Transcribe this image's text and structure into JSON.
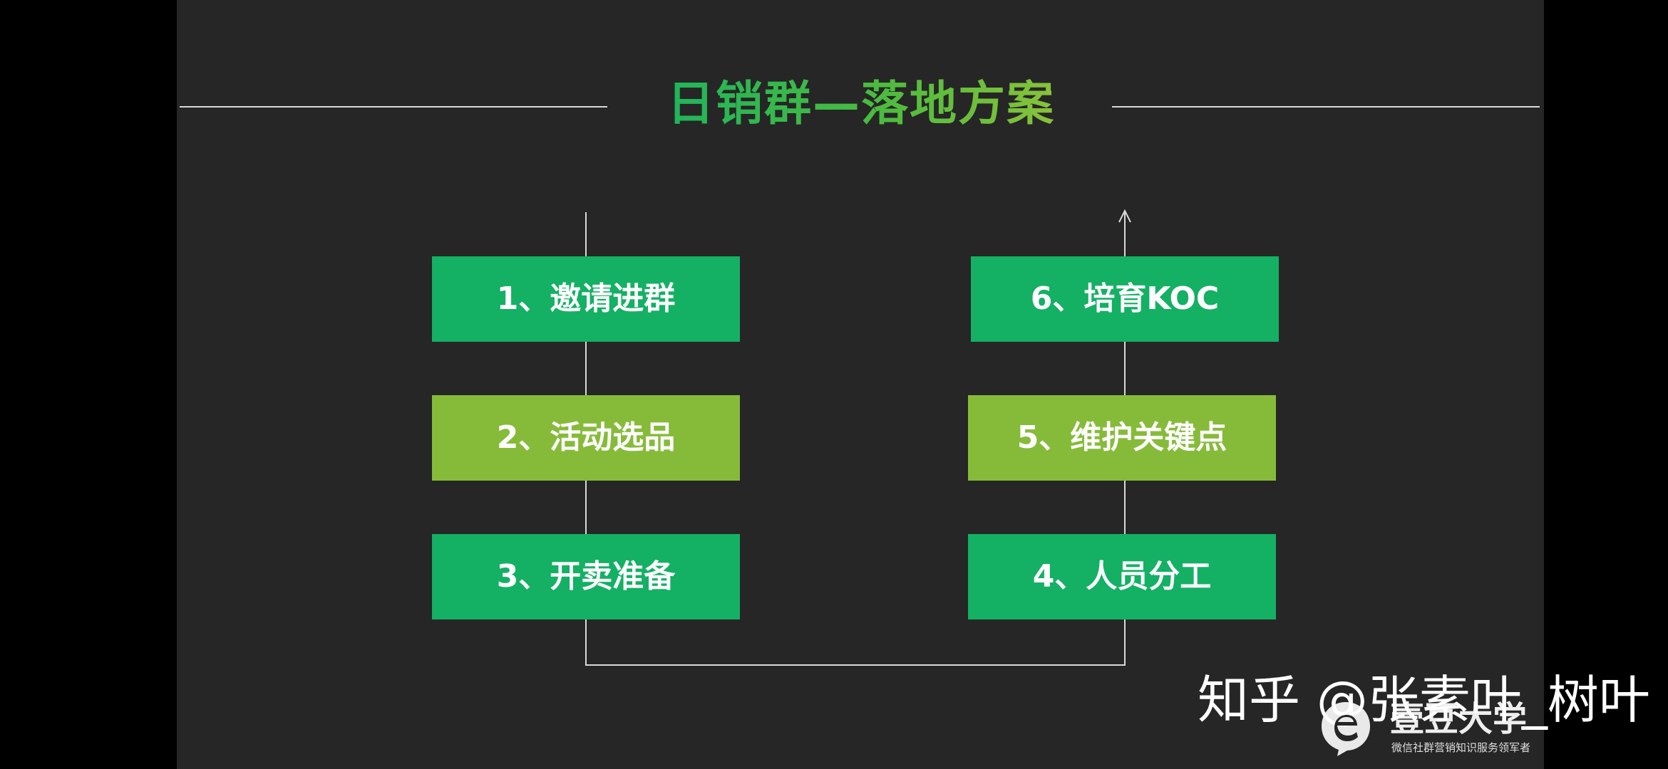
{
  "slide": {
    "title": "日销群—落地方案"
  },
  "steps": [
    {
      "id": 1,
      "label": "1、邀请进群"
    },
    {
      "id": 2,
      "label": "2、活动选品"
    },
    {
      "id": 3,
      "label": "3、开卖准备"
    },
    {
      "id": 4,
      "label": "4、人员分工"
    },
    {
      "id": 5,
      "label": "5、维护关键点"
    },
    {
      "id": 6,
      "label": "6、培育KOC"
    }
  ],
  "colors": {
    "slide_bg": "#262626",
    "page_bg": "#000000",
    "box_green": "#14b064",
    "box_lime": "#86bb3a",
    "title_gradient_start": "#1fb45c",
    "title_gradient_end": "#8ac23a",
    "line": "#d9d9d9"
  },
  "watermark": {
    "zhihu": "知乎 @张素叶_树叶",
    "brand_name": "壹豆大学",
    "brand_tagline": "微信社群营销知识服务领军者"
  }
}
